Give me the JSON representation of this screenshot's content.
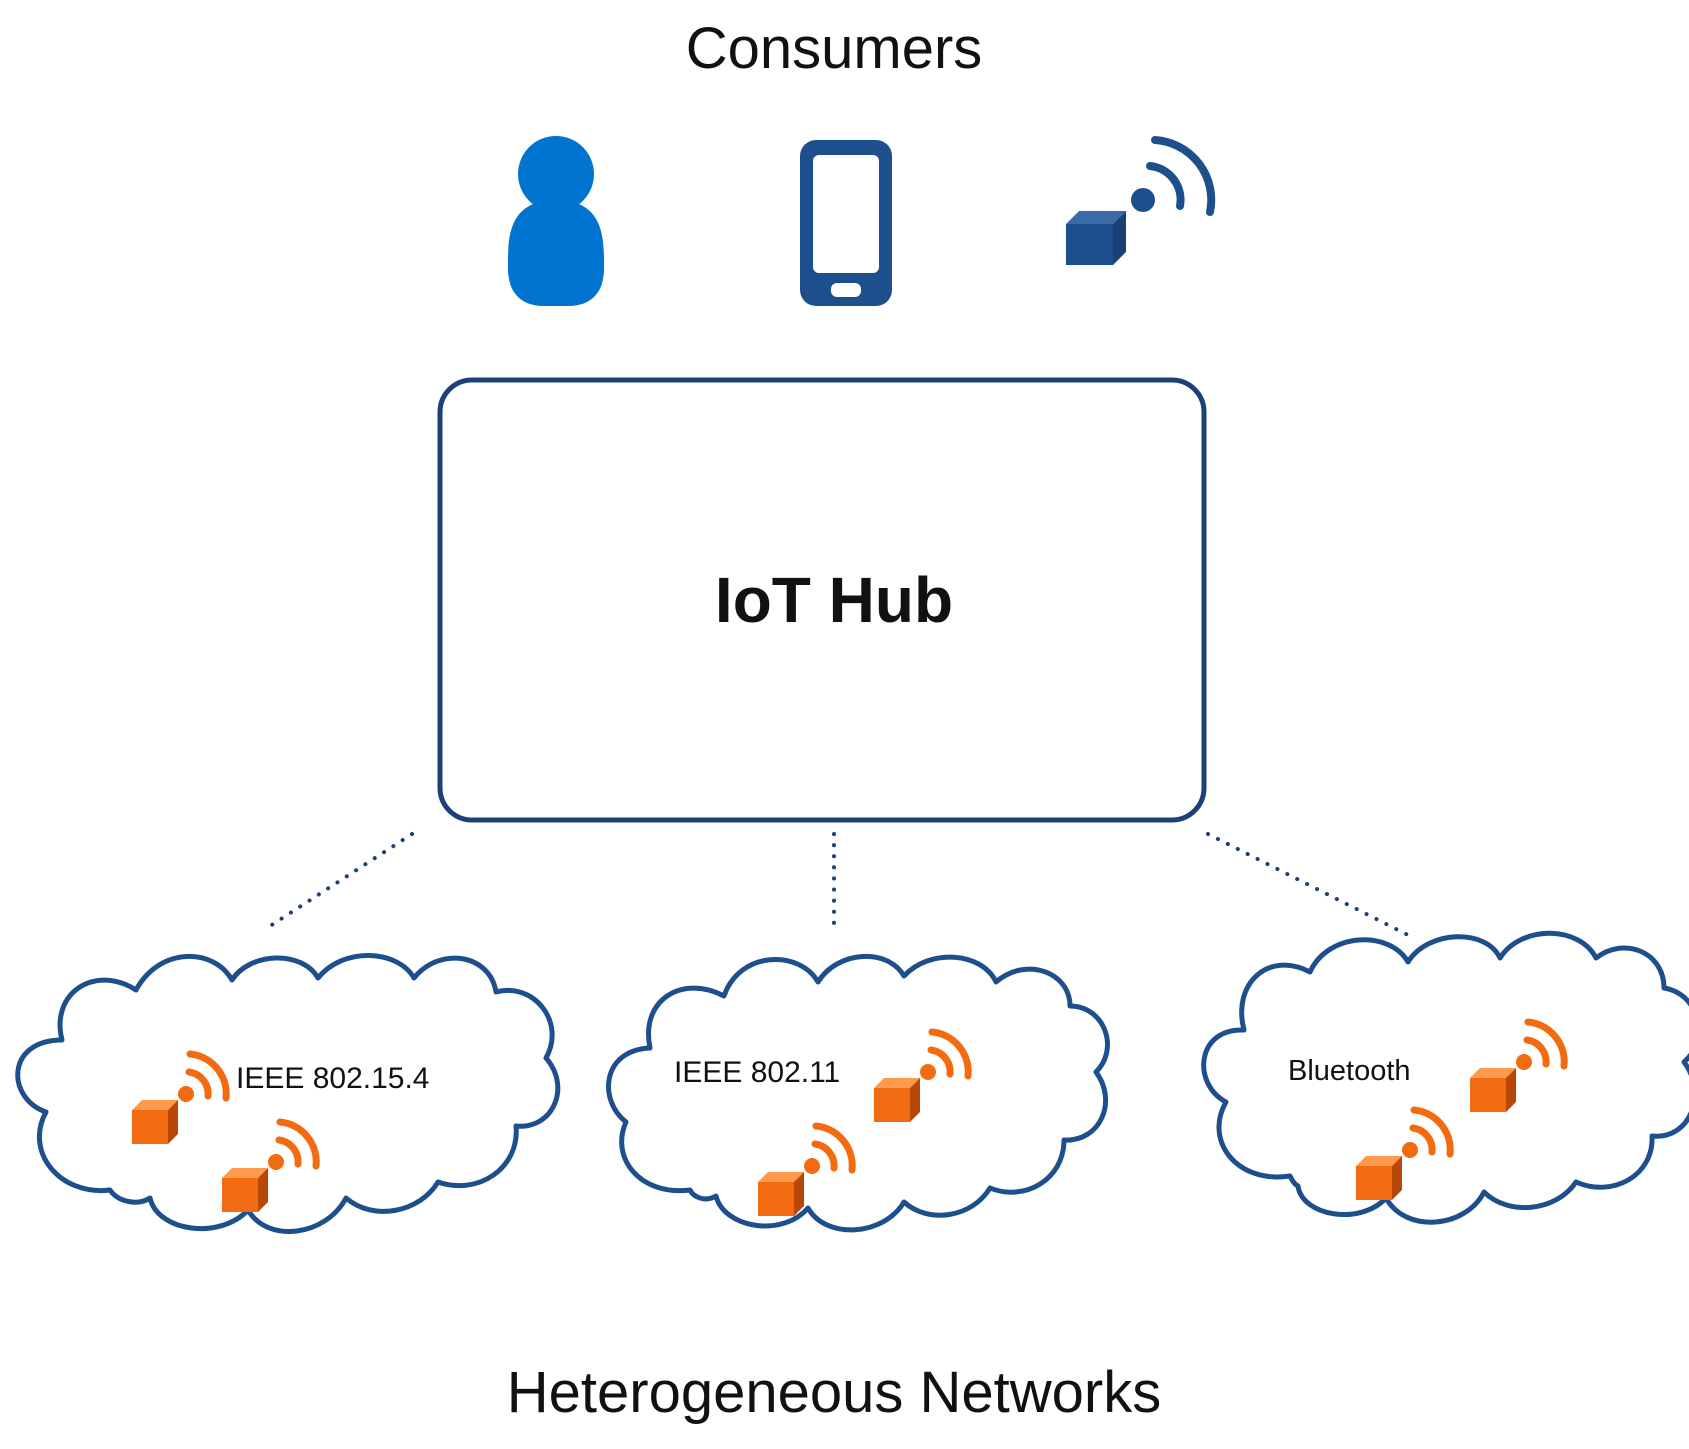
{
  "diagram": {
    "top_title": "Consumers",
    "bottom_title": "Heterogeneous Networks",
    "hub": {
      "label": "IoT Hub"
    },
    "consumers": [
      {
        "kind": "person-icon"
      },
      {
        "kind": "smartphone-icon"
      },
      {
        "kind": "wireless-device-icon"
      }
    ],
    "networks": [
      {
        "label": "IEEE 802.15.4",
        "device_count": 2
      },
      {
        "label": "IEEE 802.11",
        "device_count": 2
      },
      {
        "label": "Bluetooth",
        "device_count": 2
      }
    ],
    "colors": {
      "person": "#0074d0",
      "phone": "#1d4f8c",
      "outline": "#1d4f8c",
      "hub_border": "#1d3f7a",
      "network_device": "#f26b10"
    }
  }
}
